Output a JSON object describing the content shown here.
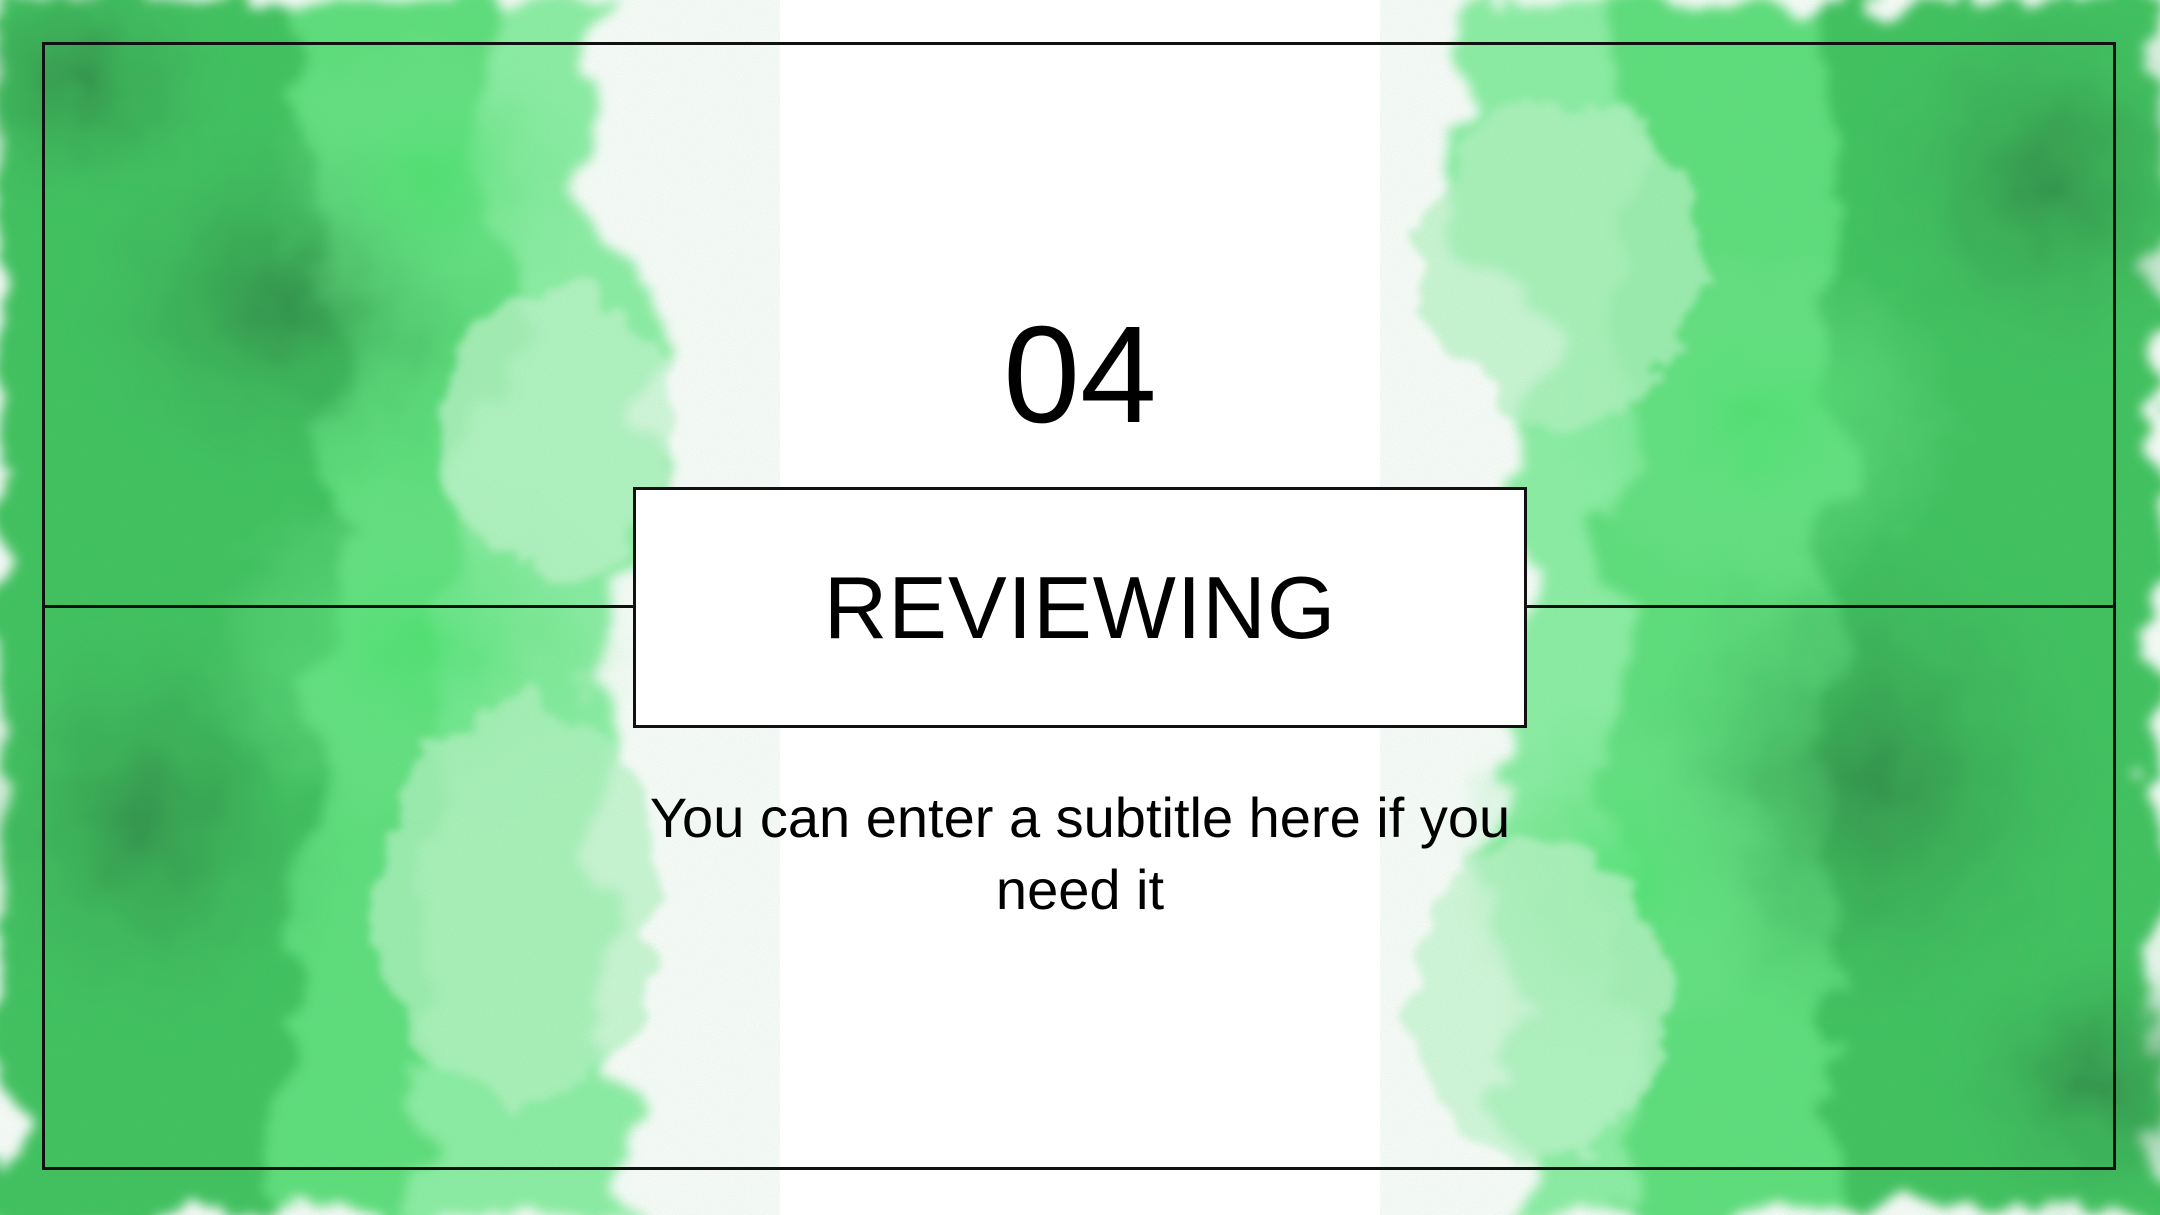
{
  "slide": {
    "number": "04",
    "title": "REVIEWING",
    "subtitle": "You can enter a subtitle here if you need it"
  },
  "colors": {
    "accent_dark": "#2f8a47",
    "accent_mid": "#4fd86e",
    "accent_light": "#a9f0b8",
    "line": "#111111",
    "background": "#ffffff"
  },
  "decoration": {
    "style": "green-watercolor-splash"
  }
}
